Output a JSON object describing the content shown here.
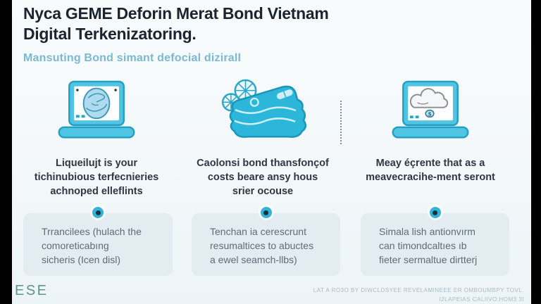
{
  "slide": {
    "title": "Nyca GEME Deforin Merat Bond Vietnam\nDigital Terkenizatoring.",
    "subtitle": "Mansuting Bond simant defocial dizirall"
  },
  "features": [
    {
      "icon": "laptop-globe-icon",
      "description": "Liqueilujt is your\ntichinubious terfecnieries\nachnoped elleflints"
    },
    {
      "icon": "coin-stack-gears-icon",
      "description": "Caolonsi bond thansfonçof\ncosts beare ansy hous\nsrier ocouse"
    },
    {
      "icon": "laptop-cloud-icon",
      "description": "Meay éçrente that as a\nmeavecracihe-ment seront"
    }
  ],
  "cards": [
    {
      "text": "Trrancilees (hulach the\ncomoreticabıng\nsicheris (Icen disl)"
    },
    {
      "text": "Tenchan ia cerescrunt\nresumaltices to abuctes\na ewel seamch-llbs)"
    },
    {
      "text": "Simala lish antionvırm\ncan timondcaltıes ıb\nfieter sermaltue dirtterj"
    }
  ],
  "icons": {
    "dollar_glyph": "$"
  },
  "footer": {
    "logo": "ESE",
    "note_line1": "LAT A RO3O BY DIWCLDSYEE REVELAMINEEE ER OMBOUMBPY TOVL.",
    "note_line2": "I2LAPEIAS CALIIVO:HOM3 3I"
  },
  "colors": {
    "accent_cyan": "#3bbcdf",
    "icon_stroke": "#249fc4",
    "title_text": "#1c2430",
    "subtitle_text": "#79b9d2",
    "body_text": "#2e3744",
    "card_background": "#e2ecf1",
    "card_text": "#5e6c78",
    "dot_core": "#13323e",
    "footer_logo": "#5b968b",
    "footer_note": "#a9bbc4",
    "letterbox": "#000000"
  }
}
